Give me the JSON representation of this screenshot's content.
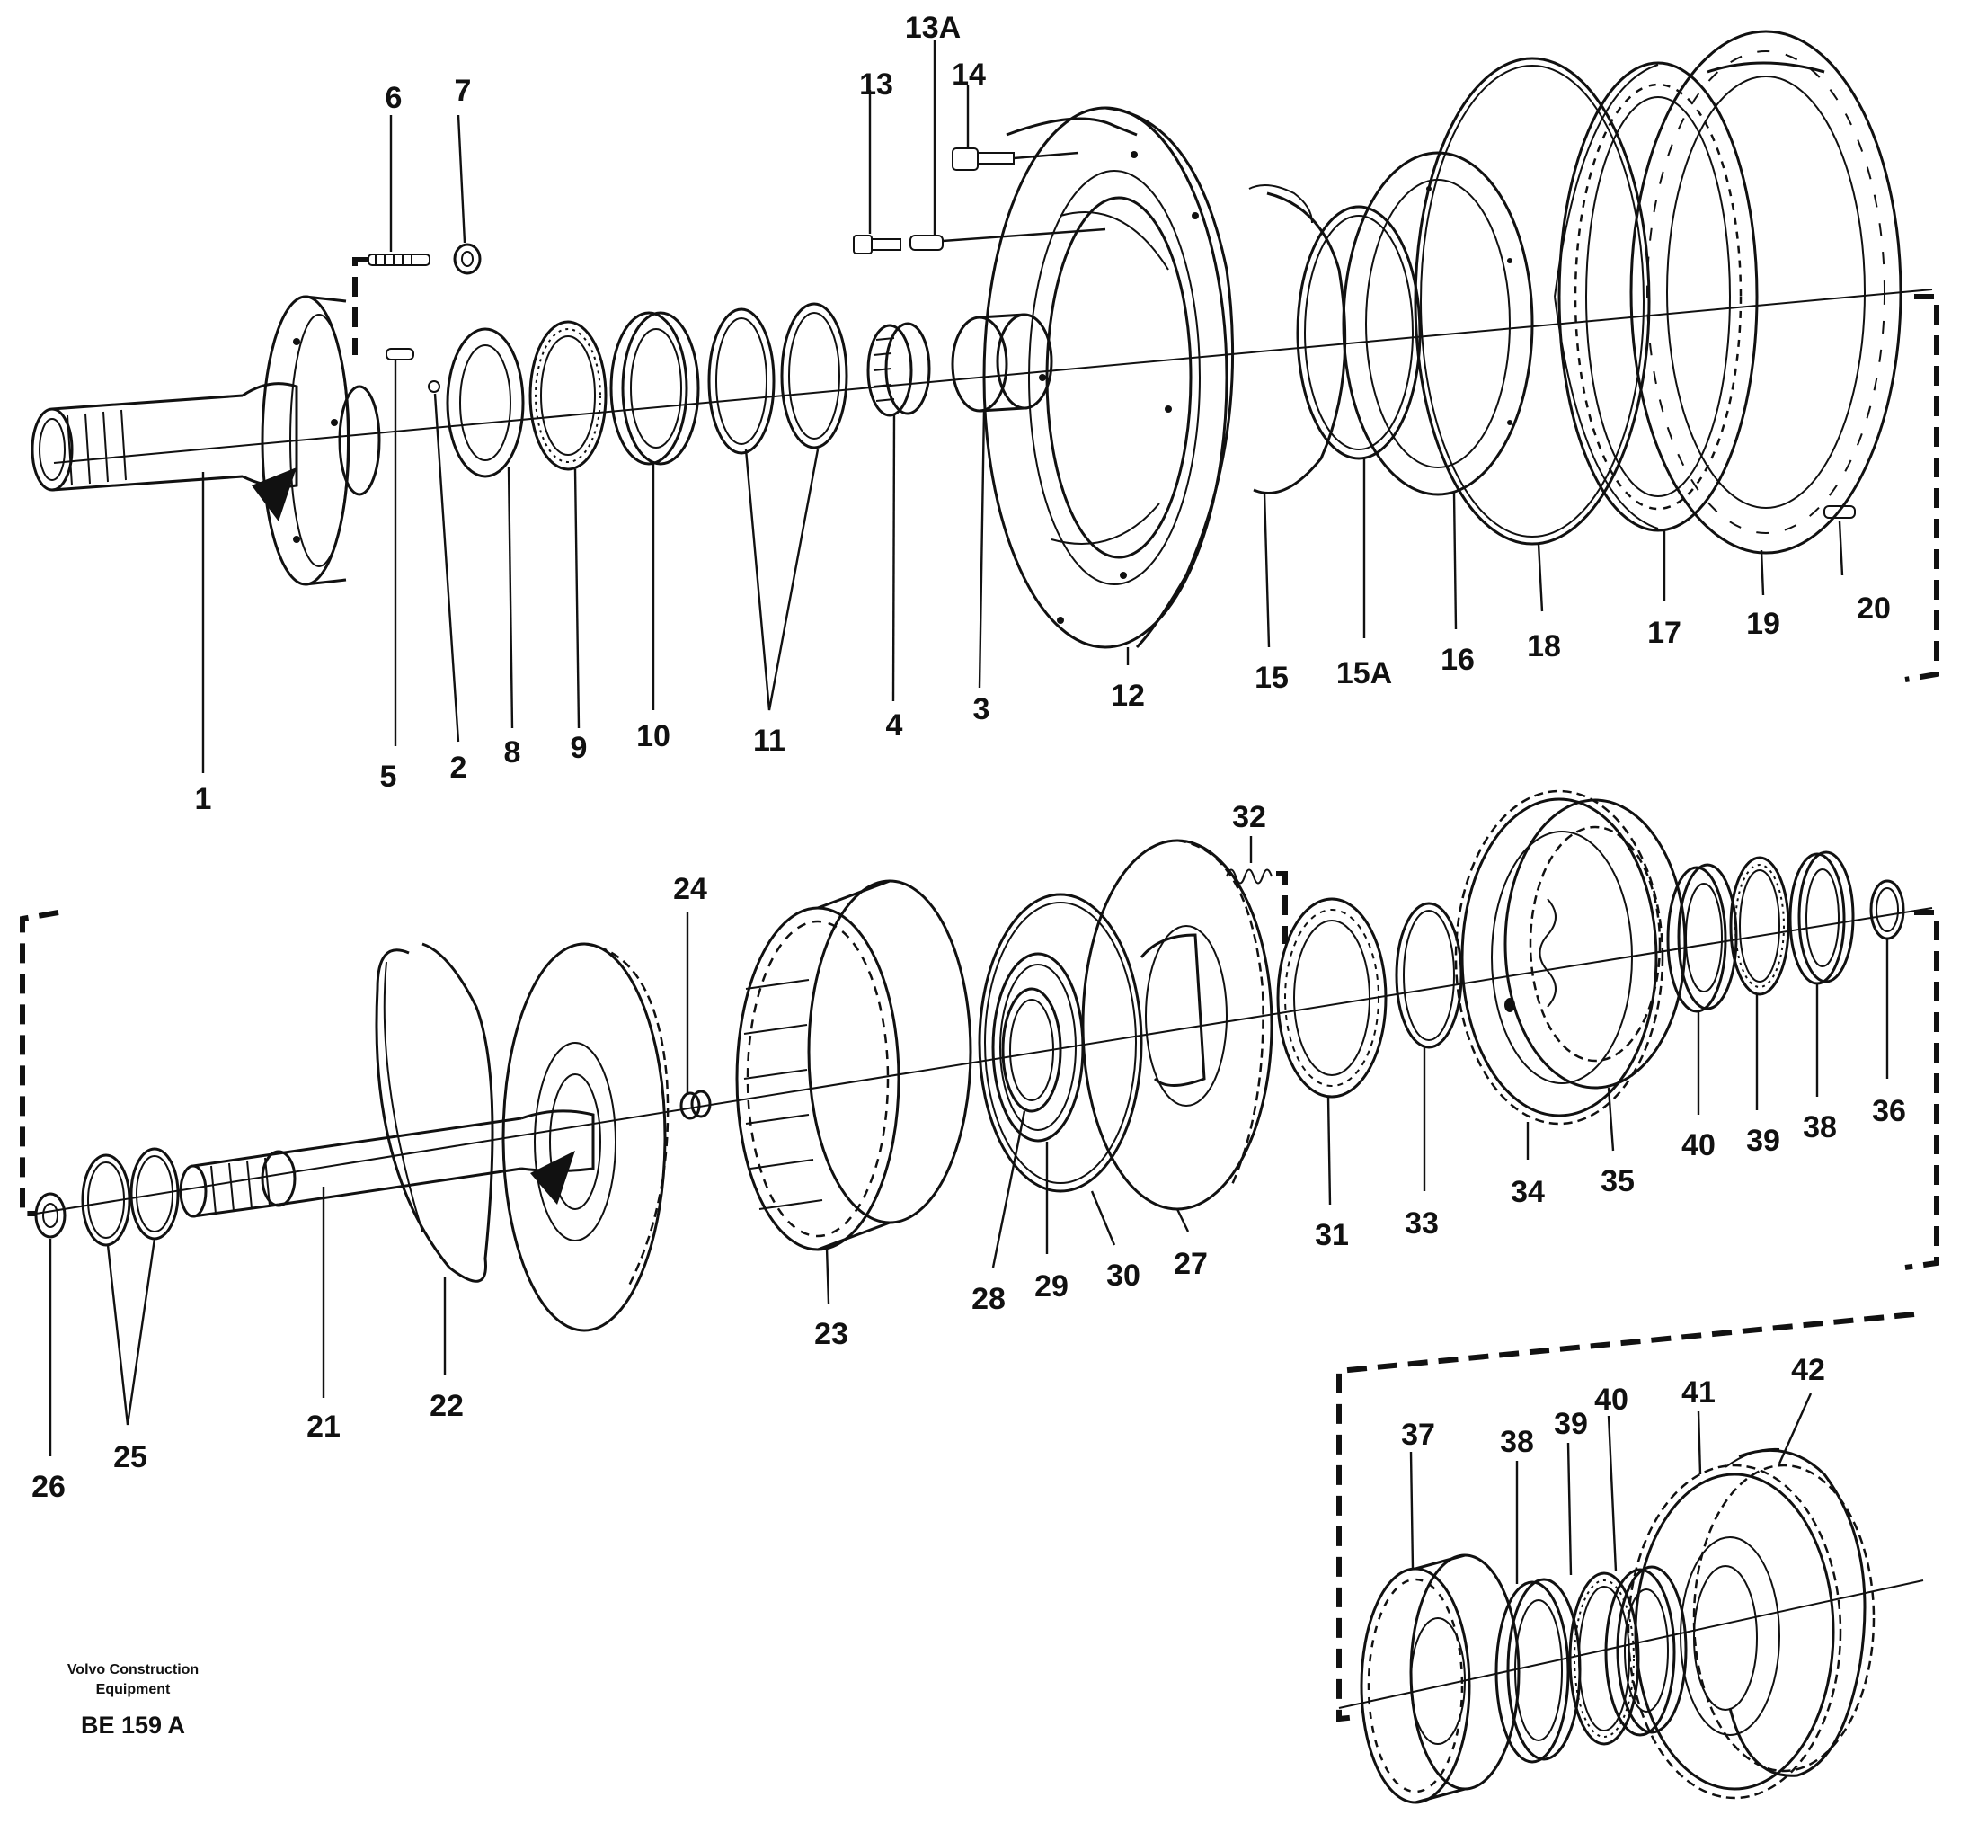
{
  "caption": {
    "company": "Volvo Construction",
    "department": "Equipment",
    "drawing_code": "BE 159 A"
  },
  "callouts": {
    "p1": "1",
    "p2": "2",
    "p3": "3",
    "p4": "4",
    "p5": "5",
    "p6": "6",
    "p7": "7",
    "p8": "8",
    "p9": "9",
    "p10": "10",
    "p11": "11",
    "p12": "12",
    "p13": "13",
    "p13a": "13A",
    "p14": "14",
    "p15": "15",
    "p15a": "15A",
    "p16": "16",
    "p17": "17",
    "p18": "18",
    "p19": "19",
    "p20": "20",
    "p21": "21",
    "p22": "22",
    "p23": "23",
    "p24": "24",
    "p25": "25",
    "p26": "26",
    "p27": "27",
    "p28": "28",
    "p29": "29",
    "p30": "30",
    "p31": "31",
    "p32": "32",
    "p33": "33",
    "p34": "34",
    "p35": "35",
    "p36": "36",
    "p37": "37",
    "p38a": "38",
    "p39a": "39",
    "p40a": "40",
    "p38b": "38",
    "p39b": "39",
    "p40b": "40",
    "p41": "41",
    "p42": "42"
  }
}
